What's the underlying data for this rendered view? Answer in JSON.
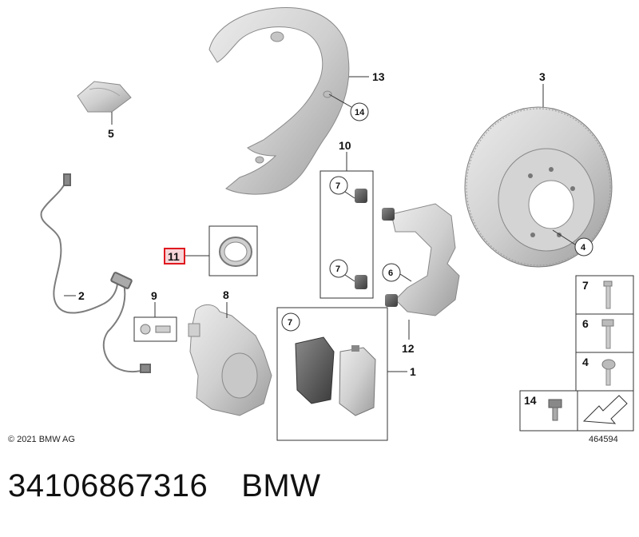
{
  "labels": {
    "n1": "1",
    "n2": "2",
    "n3": "3",
    "n4": "4",
    "n5": "5",
    "n6": "6",
    "n7a": "7",
    "n7b": "7",
    "n7c": "7",
    "n8": "8",
    "n9": "9",
    "n10": "10",
    "n11": "11",
    "n12": "12",
    "n13": "13",
    "n14": "14"
  },
  "legend": {
    "item7": "7",
    "item6": "6",
    "item4": "4",
    "item14": "14"
  },
  "copyright": "© 2021 BMW AG",
  "diagram_id": "464594",
  "footer": {
    "part_number": "34106867316",
    "brand": "BMW"
  },
  "colors": {
    "part_fill": "#d9d9d9",
    "part_stroke": "#7a7a7a",
    "highlight": "#e0191f",
    "highlight_fill": "#f6d5d8"
  }
}
